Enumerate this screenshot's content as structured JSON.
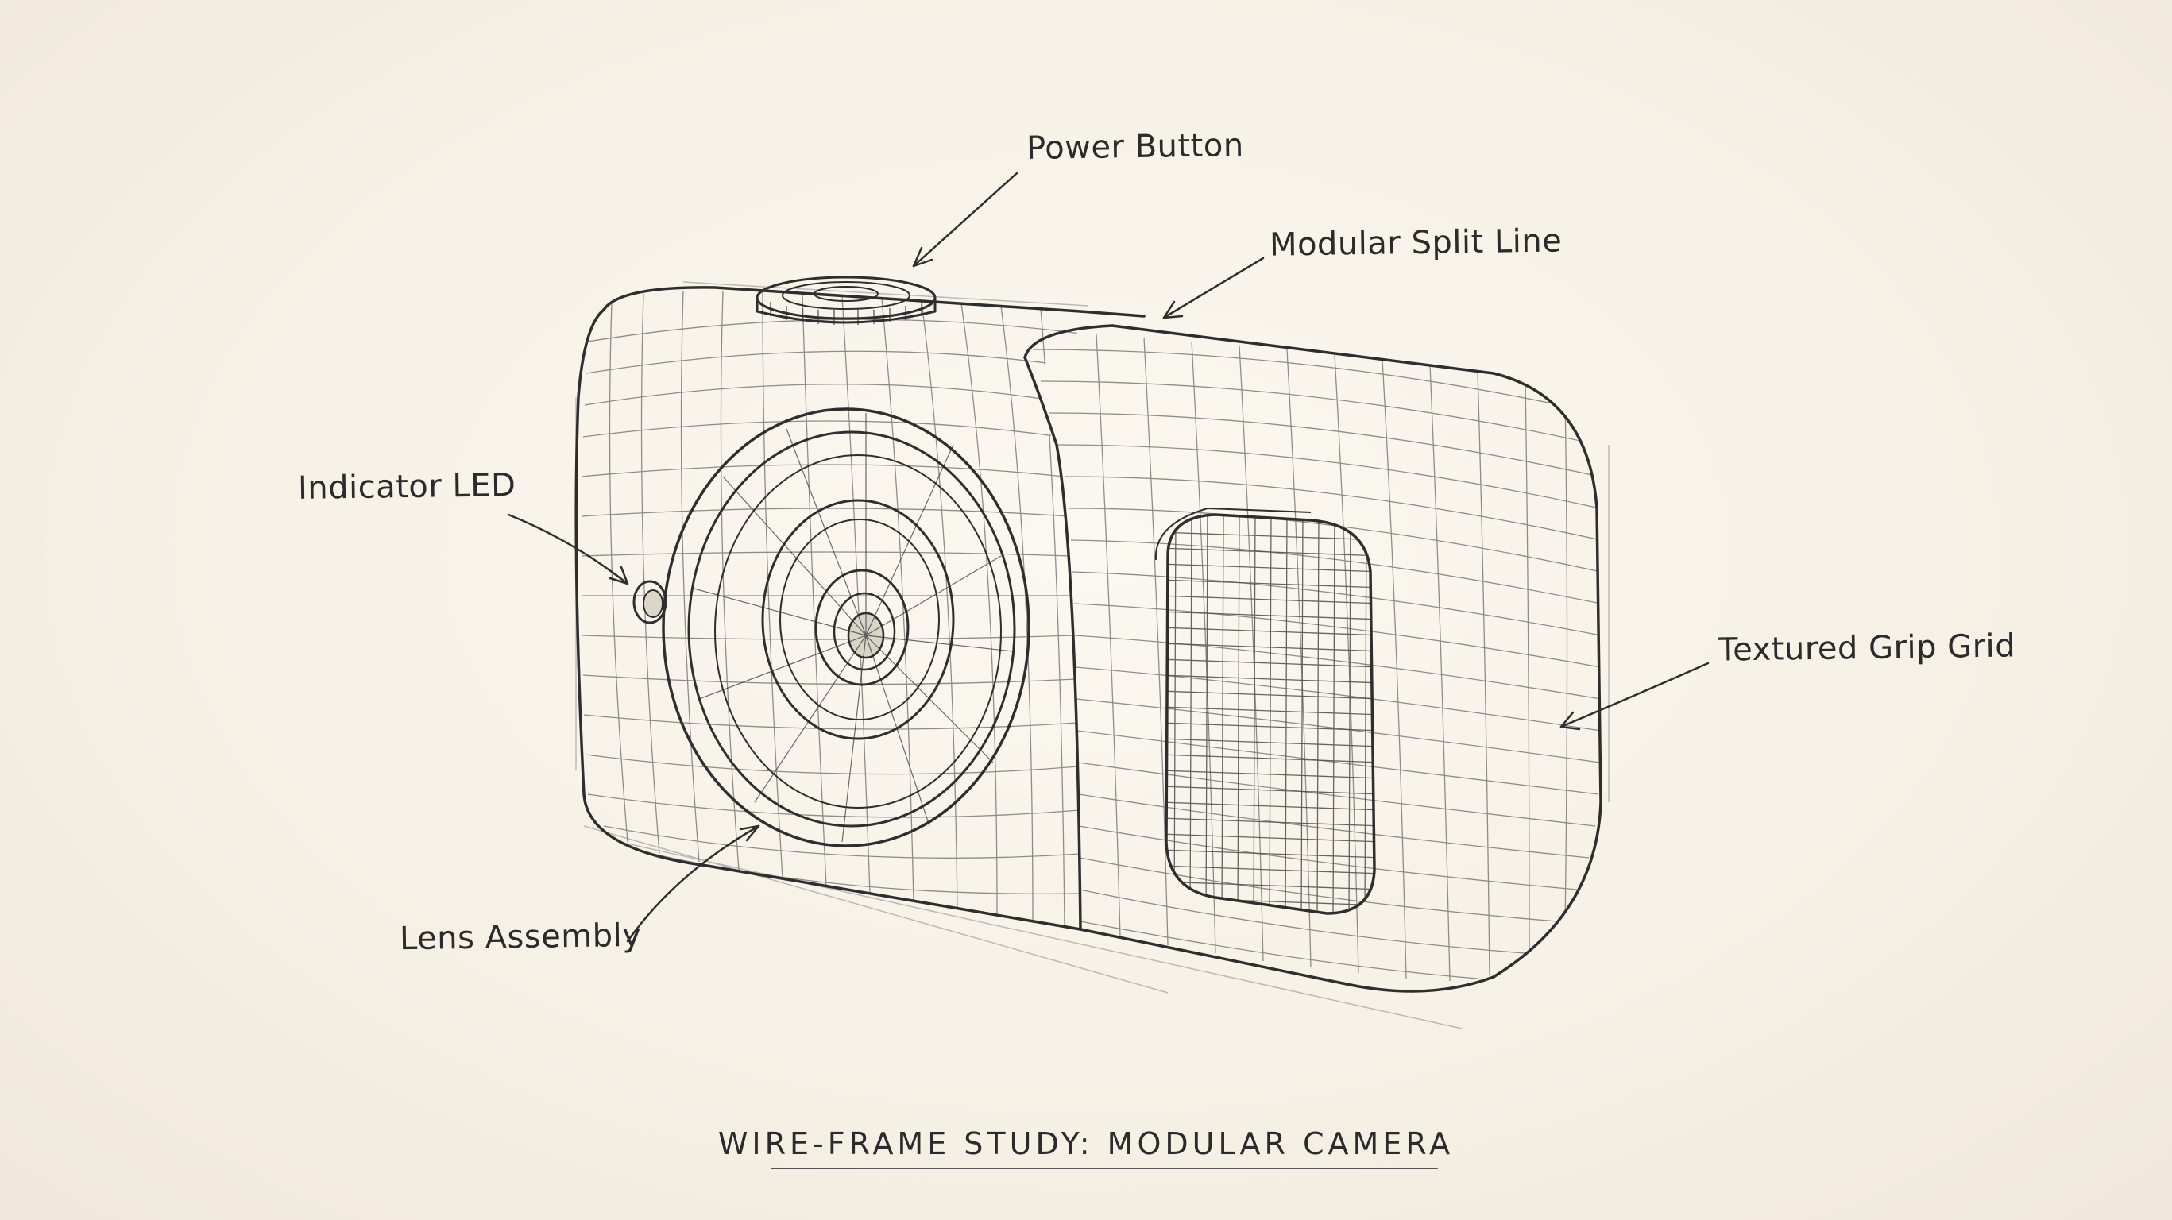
{
  "labels": {
    "power_button": "Power Button",
    "modular_split_line": "Modular Split Line",
    "indicator_led": "Indicator LED",
    "textured_grip_grid": "Textured Grip Grid",
    "lens_assembly": "Lens Assembly"
  },
  "caption": "WIRE-FRAME STUDY: MODULAR CAMERA",
  "colors": {
    "paper": "#f6f1e7",
    "ink": "#2b2b2b"
  }
}
